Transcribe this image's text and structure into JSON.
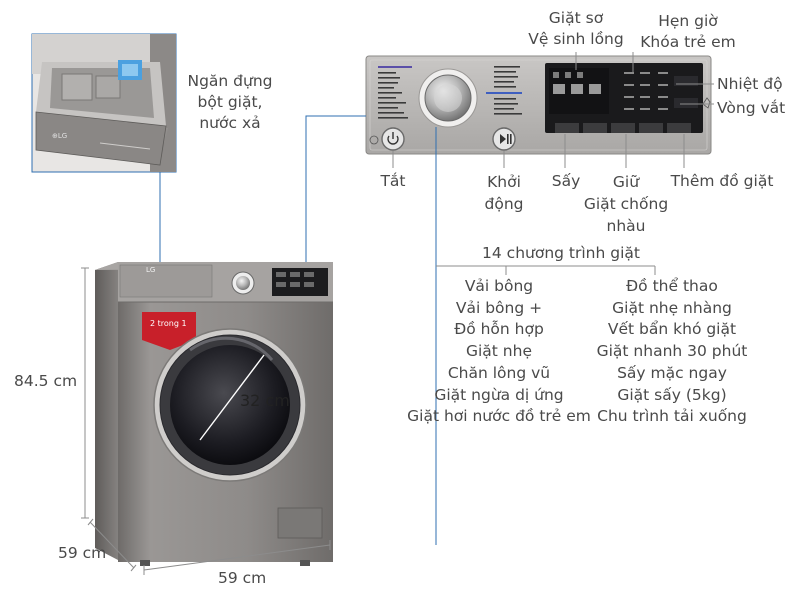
{
  "callouts": {
    "drawer": [
      "Ngăn đựng",
      "bột giặt,",
      "nước xả"
    ],
    "prewash": "Giặt sơ",
    "tub_clean": "Vệ sinh lồng",
    "timer": "Hẹn giờ",
    "child_lock": "Khóa trẻ em",
    "temperature": "Nhiệt độ",
    "spin": "Vòng vắt",
    "power_off": "Tắt",
    "start": [
      "Khởi",
      "động"
    ],
    "dry": "Sấy",
    "keep_anti_crease": [
      "Giữ",
      "Giặt chống",
      "nhàu"
    ],
    "add_item": "Thêm đồ giặt"
  },
  "programs": {
    "title": "14 chương trình giặt",
    "left": [
      "Vải bông",
      "Vải bông +",
      "Đồ hỗn hợp",
      "Giặt nhẹ",
      "Chăn lông vũ",
      "Giặt ngừa dị ứng",
      "Giặt hơi nước đồ trẻ em"
    ],
    "right": [
      "Đồ thể thao",
      "Giặt nhẹ nhàng",
      "Vết bẩn khó giặt",
      "Giặt nhanh 30 phút",
      "Sấy mặc ngay",
      "Giặt sấy (5kg)",
      "Chu trình tải xuống"
    ]
  },
  "dimensions": {
    "height": "84.5 cm",
    "depth": "59 cm",
    "width": "59 cm",
    "door": "32 cm"
  },
  "machine": {
    "brand": "LG",
    "badge": "2 trong 1"
  },
  "colors": {
    "callout_line": "#2f6fb0",
    "body_silver": "#8d8a88",
    "label_text": "#4a4a4a",
    "badge_red": "#c8202a"
  }
}
